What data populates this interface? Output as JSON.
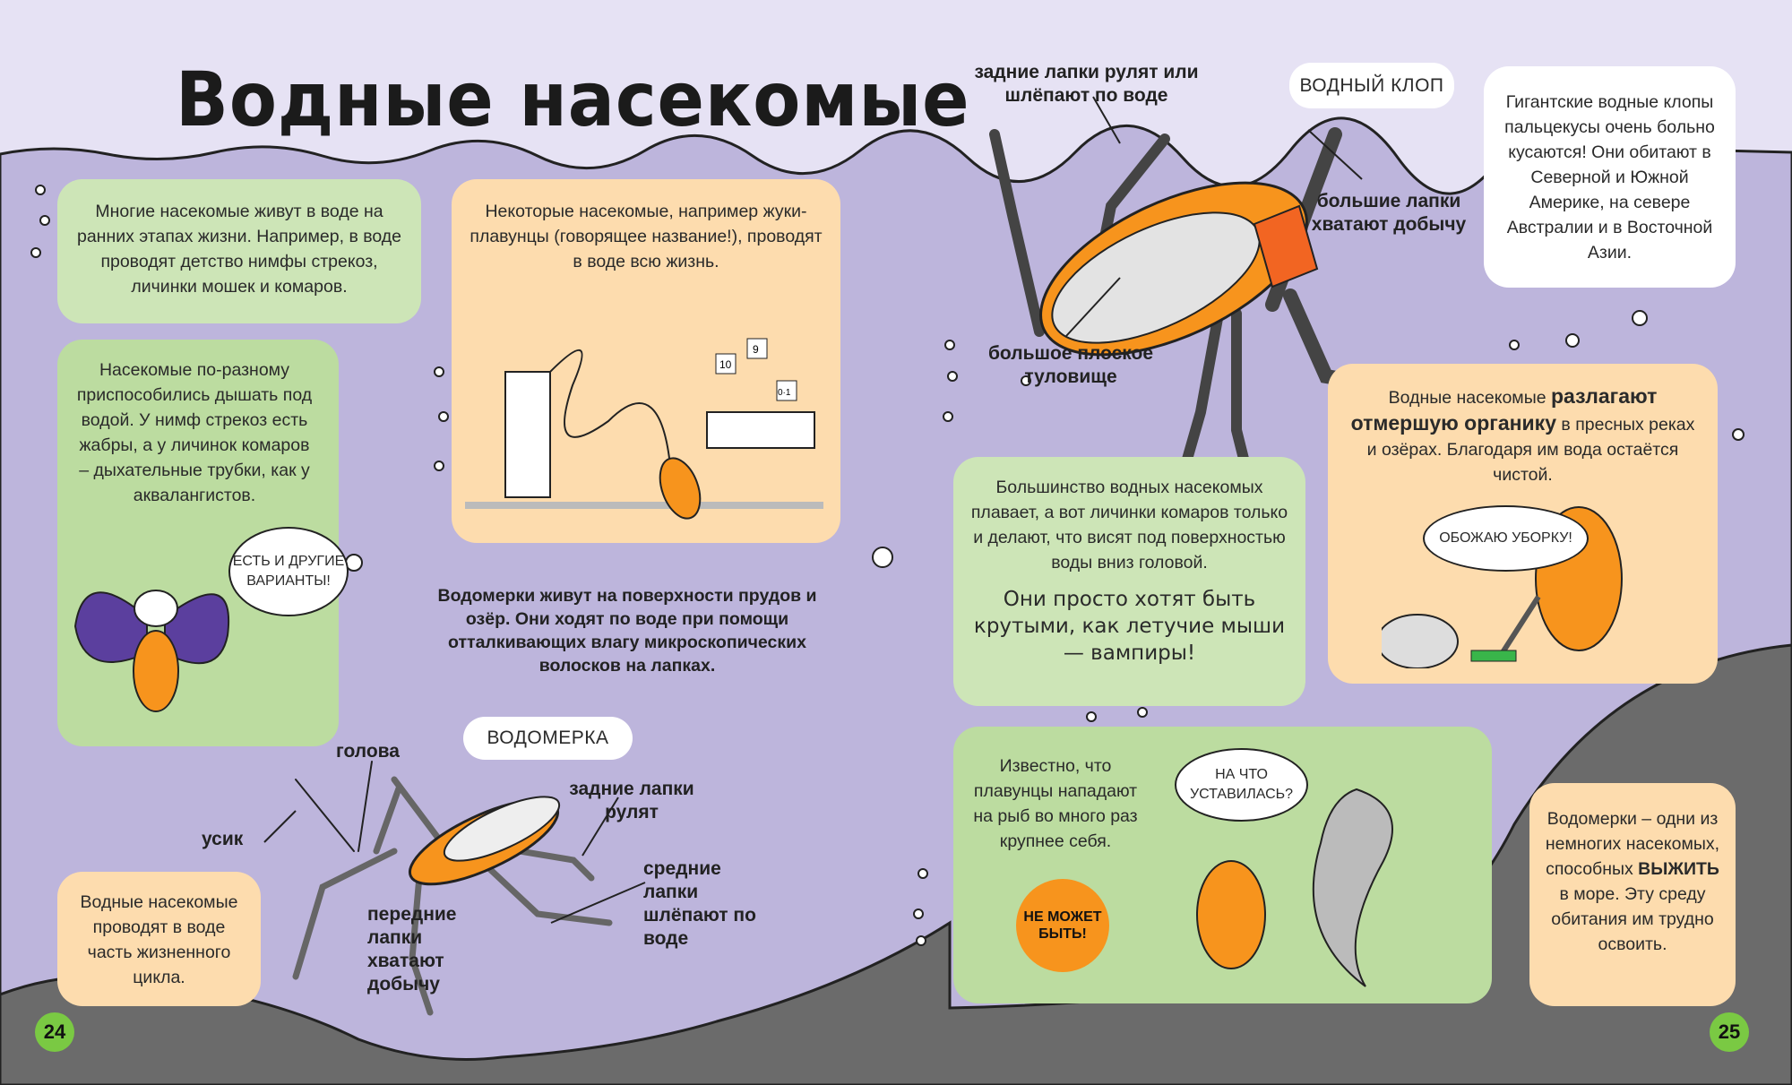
{
  "title": "Водные насекомые",
  "left_page": {
    "box_early_life": "Многие насекомые живут в воде на ранних этапах жизни. Например, в воде проводят детство нимфы стрекоз, личинки мошек и комаров.",
    "box_breathing": "Насекомые по-разному приспособились дышать под водой. У нимф стрекоз есть жабры, а у личинок комаров – дыхательные трубки, как у аквалангистов.",
    "bubble_other_options": "ЕСТЬ И ДРУГИЕ ВАРИАНТЫ!",
    "box_whole_life": "Некоторые насекомые, например жуки-плавунцы (говорящее название!), проводят в воде всю жизнь.",
    "score_cards": [
      "10",
      "9",
      "0·1"
    ],
    "water_strider_text": "Водомерки живут на поверхности прудов и озёр. Они ходят по воде при помощи отталкивающих влагу микроскопических волосков на лапках.",
    "water_strider_tag": "ВОДОМЕРКА",
    "labels": {
      "head": "голова",
      "antenna": "усик",
      "hind_legs": "задние лапки рулят",
      "middle_legs": "средние лапки шлёпают по воде",
      "front_legs": "передние лапки хватают добычу"
    },
    "box_life_cycle": "Водные насекомые проводят в воде часть жизненного цикла.",
    "page_number": "24"
  },
  "right_page": {
    "water_bug_tag": "ВОДНЫЙ КЛОП",
    "labels": {
      "hind_legs": "задние лапки рулят или шлёпают по воде",
      "big_legs": "большие лапки хватают добычу",
      "body": "большое плоское туловище"
    },
    "box_giant_bugs": "Гигантские водные клопы пальцекусы очень больно кусаются! Они обитают в Северной и Южной Америке, на севере Австралии и в Восточной Азии.",
    "box_decompose": {
      "pre": "Водные насекомые ",
      "bold": "разлагают отмершую органику",
      "post": " в пресных реках и озёрах. Благодаря им вода остаётся чистой."
    },
    "bubble_cleaning": "ОБОЖАЮ УБОРКУ!",
    "box_swimming": "Большинство водных насекомых плавает, а вот личинки комаров только и делают, что висят под поверхностью воды вниз головой.",
    "box_swimming_joke": "Они просто хотят быть крутыми, как летучие мыши — вампиры!",
    "box_attack": "Известно, что плавунцы нападают на рыб во много раз крупнее себя.",
    "bubble_staring": "НА ЧТО УСТАВИЛАСЬ?",
    "badge_cannot_be": "НЕ МОЖЕТ БЫТЬ!",
    "box_sea": {
      "pre": "Водомерки – одни из немногих насекомых, способных ",
      "bold": "выжить",
      "post": " в море. Эту среду обитания им трудно освоить."
    },
    "page_number": "25"
  },
  "colors": {
    "sky": "#e6e2f4",
    "water": "#bdb5dc",
    "ground": "#6b6b6b",
    "green_box": "#cde5b7",
    "orange_box": "#fddcae",
    "accent_orange": "#f7941d",
    "bug_purple": "#5b3f9e",
    "page_green": "#7ac943"
  }
}
